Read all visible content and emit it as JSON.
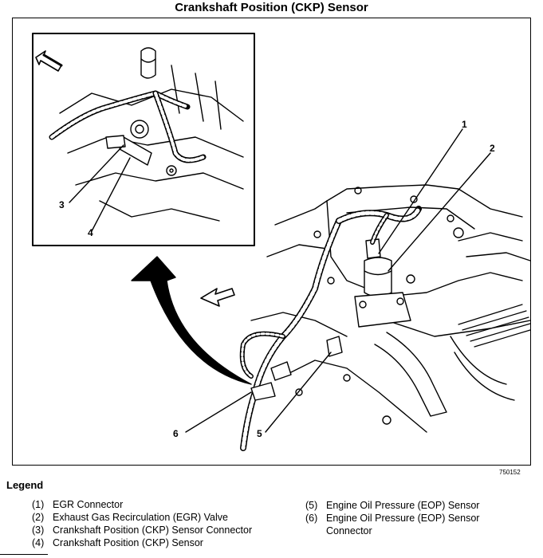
{
  "title": "Crankshaft Position (CKP) Sensor",
  "figure_number": "750152",
  "callouts": {
    "c1": "1",
    "c2": "2",
    "c3": "3",
    "c4": "4",
    "c5": "5",
    "c6": "6"
  },
  "legend": {
    "heading": "Legend",
    "left": [
      {
        "num": "(1)",
        "text": "EGR Connector"
      },
      {
        "num": "(2)",
        "text": "Exhaust Gas Recirculation (EGR) Valve"
      },
      {
        "num": "(3)",
        "text": "Crankshaft Position (CKP) Sensor Connector"
      },
      {
        "num": "(4)",
        "text": "Crankshaft Position (CKP) Sensor"
      }
    ],
    "right": [
      {
        "num": "(5)",
        "text": "Engine Oil Pressure (EOP) Sensor"
      },
      {
        "num": "(6)",
        "text": "Engine Oil Pressure (EOP) Sensor Connector"
      }
    ]
  },
  "colors": {
    "ink": "#000000",
    "paper": "#ffffff"
  },
  "icons": {
    "direction_arrow": "outline-arrow-icon",
    "view_arrow": "curved-arrow-icon"
  }
}
